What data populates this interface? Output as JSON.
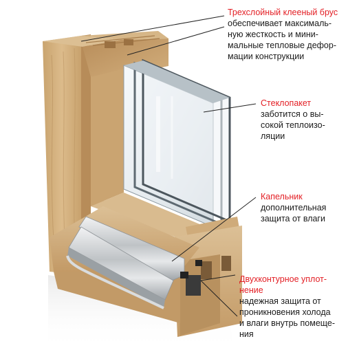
{
  "colors": {
    "title_red": "#e31e24",
    "text": "#1a1a1a",
    "wood_light": "#d9b88a",
    "wood_mid": "#c7a06c",
    "wood_dark": "#a87e4f",
    "glass": "#e9eef1",
    "aluminium": "#c9ccce"
  },
  "callouts": [
    {
      "title": "Трехслойный клееный брус",
      "description_lines": [
        "обеспечивает максималь-",
        "ную жесткость и мини-",
        "мальные тепловые дефор-",
        "мации конструкции"
      ]
    },
    {
      "title": "Стеклопакет",
      "description_lines": [
        "заботится о вы-",
        "сокой теплоизо-",
        "ляции"
      ]
    },
    {
      "title": "Капельник",
      "description_lines": [
        "дополнительная",
        "защита от влаги"
      ]
    },
    {
      "title": "Двухконтурное уплот-нение",
      "description_lines": [
        "надежная защита от",
        "проникновения холода",
        "и влаги внутрь помеще-",
        "ния"
      ]
    }
  ]
}
